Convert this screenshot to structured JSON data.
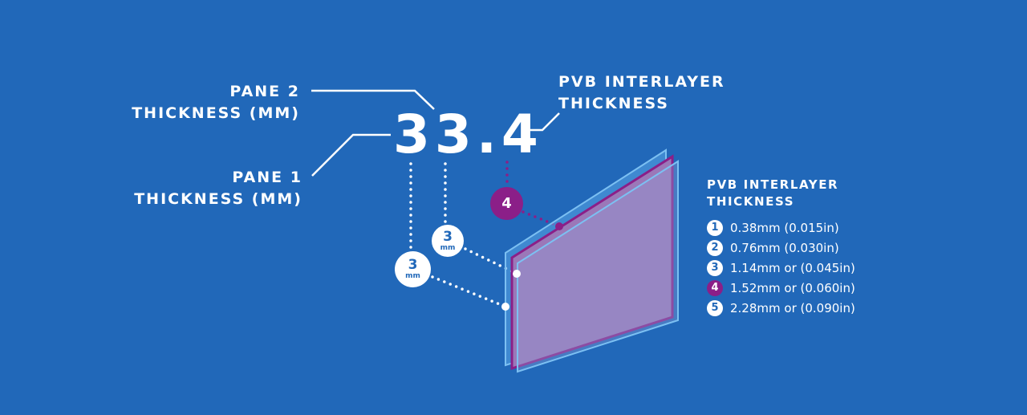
{
  "labels": {
    "pane2_line1": "PANE 2",
    "pane2_line2": "THICKNESS (MM)",
    "pane1_line1": "PANE 1",
    "pane1_line2": "THICKNESS (MM)",
    "pvb_line1": "PVB INTERLAYER",
    "pvb_line2": "THICKNESS"
  },
  "code": "33.4",
  "badges": {
    "pane2": {
      "value": "3",
      "unit": "mm"
    },
    "pane1": {
      "value": "3",
      "unit": "mm"
    },
    "interlayer": {
      "value": "4"
    }
  },
  "legend": {
    "title_line1": "PVB INTERLAYER",
    "title_line2": "THICKNESS",
    "items": [
      {
        "num": "1",
        "text": "0.38mm (0.015in)"
      },
      {
        "num": "2",
        "text": "0.76mm (0.030in)"
      },
      {
        "num": "3",
        "text": "1.14mm or (0.045in)"
      },
      {
        "num": "4",
        "text": "1.52mm or (0.060in)",
        "highlight": true
      },
      {
        "num": "5",
        "text": "2.28mm or (0.090in)"
      }
    ]
  },
  "colors": {
    "background": "#2168b9",
    "accent": "#8b1f88",
    "glass": "#5aa4e6",
    "interlayer": "#9b78b8"
  }
}
